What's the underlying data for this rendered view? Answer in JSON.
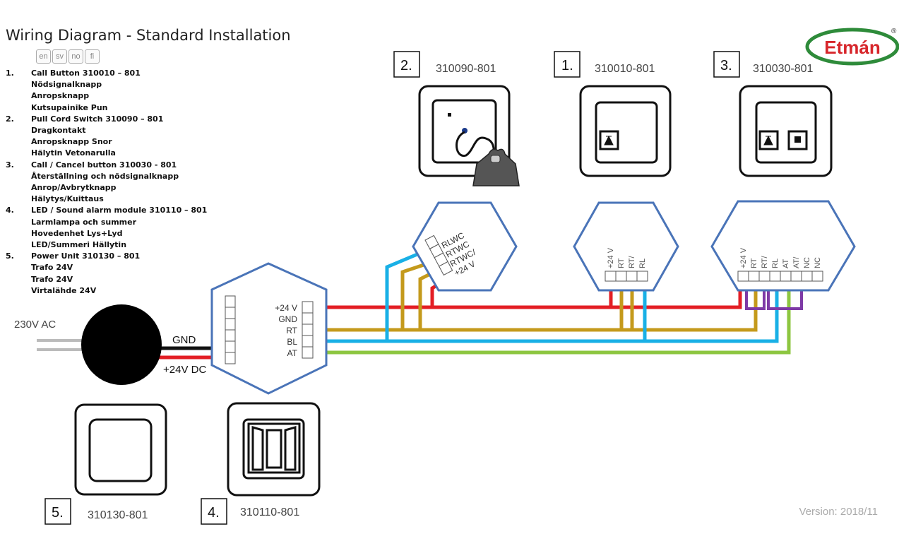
{
  "title": "Wiring Diagram - Standard Installation",
  "languages": [
    "en",
    "sv",
    "no",
    "fi"
  ],
  "legend": [
    {
      "num": "1.",
      "lines": [
        "Call Button 310010 – 801",
        "Nödsignalknapp",
        "Anropsknapp",
        "Kutsupainike Pun"
      ]
    },
    {
      "num": "2.",
      "lines": [
        "Pull Cord Switch 310090 – 801",
        "Dragkontakt",
        "Anropsknapp Snor",
        "Hälytin Vetonarulla"
      ]
    },
    {
      "num": "3.",
      "lines": [
        "Call / Cancel button 310030 - 801",
        "Återställning och nödsignalknapp",
        "Anrop/Avbrytknapp",
        "Hälytys/Kuittaus"
      ]
    },
    {
      "num": "4.",
      "lines": [
        "LED / Sound alarm module 310110 – 801",
        "Larmlampa och summer",
        "Hovedenhet Lys+Lyd",
        "LED/Summeri Hällytin"
      ]
    },
    {
      "num": "5.",
      "lines": [
        "Power Unit 310130 – 801",
        "Trafo 24V",
        "Trafo 24V",
        "Virtalähde 24V"
      ]
    }
  ],
  "logo": {
    "text": "Etmán",
    "registered": "®"
  },
  "devices": {
    "d1": {
      "num": "1.",
      "code": "310010-801"
    },
    "d2": {
      "num": "2.",
      "code": "310090-801"
    },
    "d3": {
      "num": "3.",
      "code": "310030-801"
    },
    "d4": {
      "num": "4.",
      "code": "310110-801"
    },
    "d5": {
      "num": "5.",
      "code": "310130-801"
    }
  },
  "power": {
    "input": "230V AC",
    "gnd": "GND",
    "dc": "+24V DC"
  },
  "central_terminals": [
    "+24 V",
    "GND",
    "RT",
    "BL",
    "AT"
  ],
  "pullcord_terminals": [
    "RLWC",
    "RTWC",
    "RTWC/",
    "+24 V"
  ],
  "callbutton_terminals": [
    "+24 V",
    "RT",
    "RT/",
    "RL"
  ],
  "callcancel_terminals": [
    "+24 V",
    "RT",
    "RT/",
    "RL",
    "AT",
    "AT/",
    "NC",
    "NC"
  ],
  "version": "Version: 2018/11",
  "colors": {
    "red": "#e31e24",
    "black": "#111111",
    "gold": "#c49a1c",
    "blue": "#19b0e6",
    "green": "#8dc640",
    "purple": "#7e3aa6",
    "hex_stroke": "#4a74b8",
    "logo_green": "#2e8b3a",
    "logo_red": "#d7262b"
  }
}
